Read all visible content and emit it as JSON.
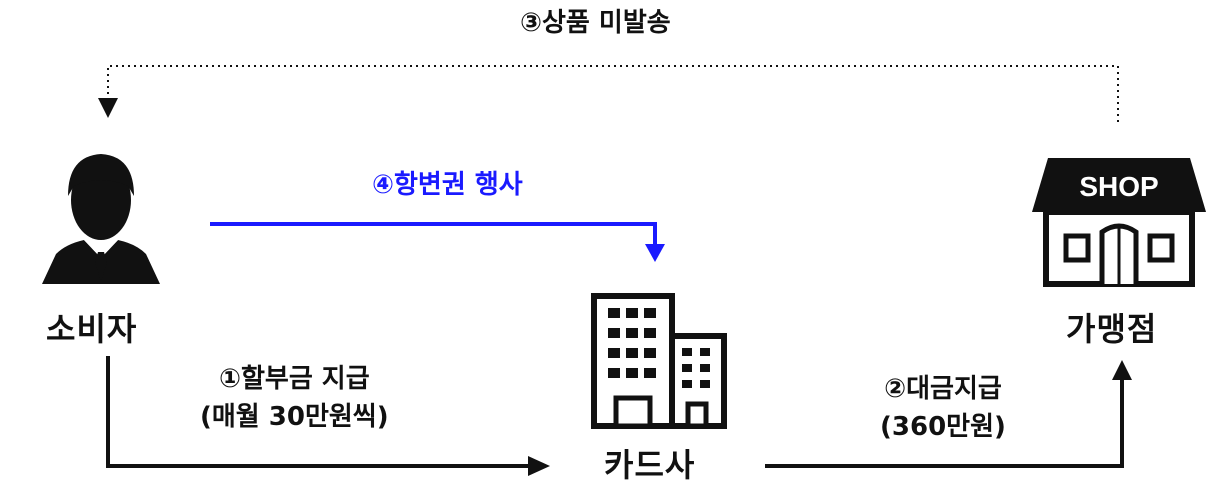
{
  "nodes": {
    "consumer": {
      "label": "소비자",
      "icon": "person-icon"
    },
    "card_company": {
      "label": "카드사",
      "icon": "building-icon"
    },
    "merchant": {
      "label": "가맹점",
      "icon": "shop-icon",
      "sign_text": "SHOP"
    }
  },
  "edges": {
    "installment": {
      "line1": "①할부금 지급",
      "line2": "(매월 30만원씩)",
      "color": "#111111"
    },
    "payment": {
      "line1": "②대금지급",
      "line2": "(360만원)",
      "color": "#111111"
    },
    "not_shipped": {
      "label": "③상품 미발송",
      "color": "#111111"
    },
    "defense": {
      "label": "④항변권 행사",
      "color": "#1a1aff"
    }
  }
}
